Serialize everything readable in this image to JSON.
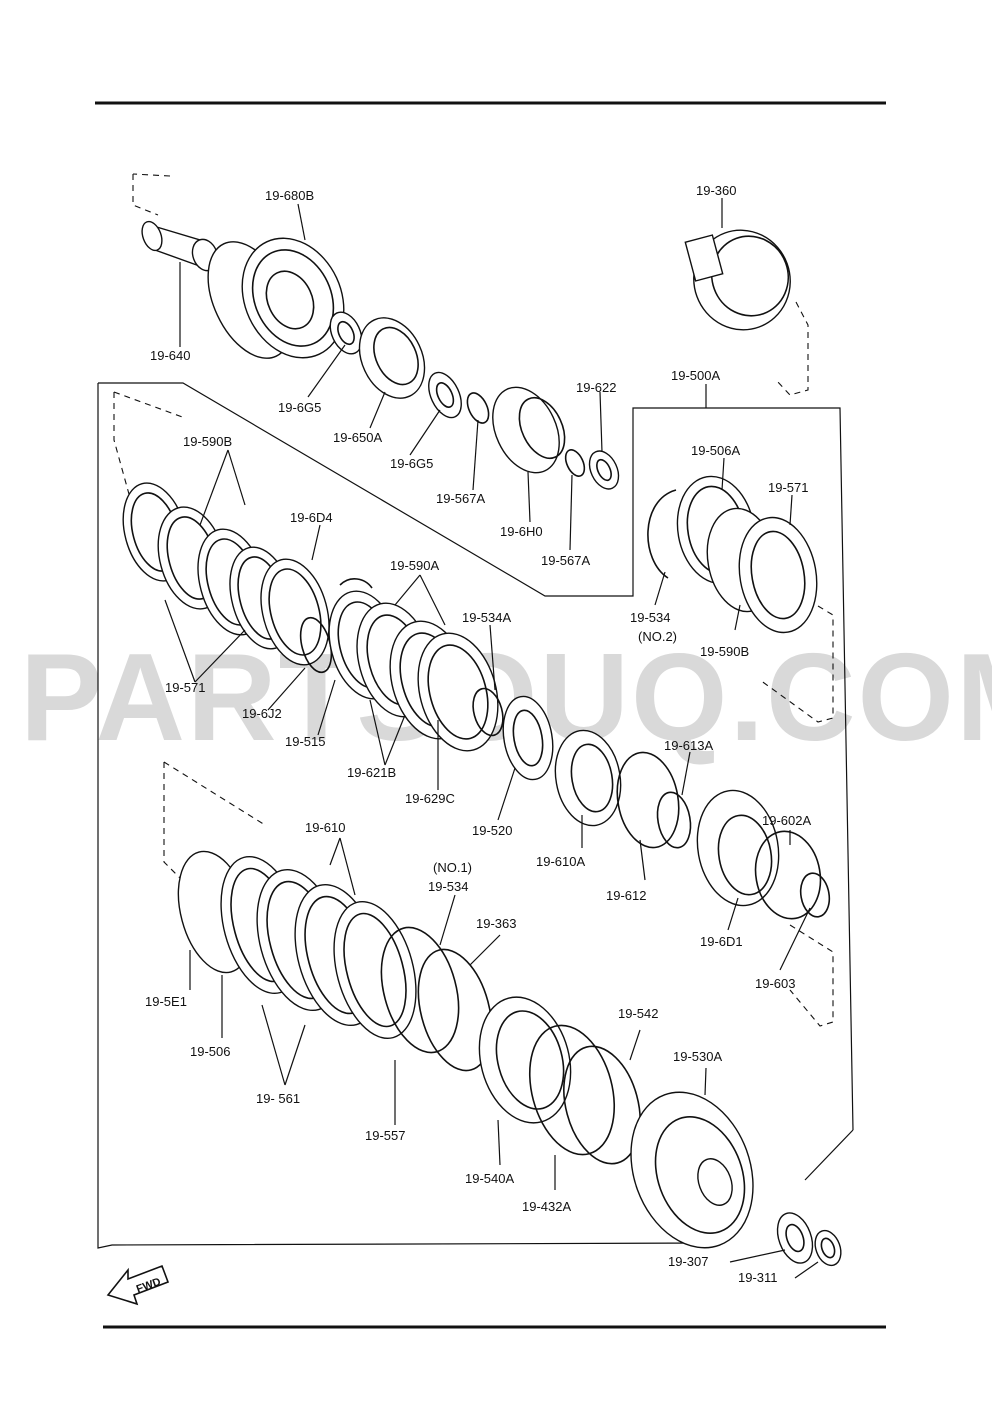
{
  "watermark": "PARTSOUQ.COM",
  "fwd_label": "FWD",
  "labels": {
    "l_680B": "19-680B",
    "l_360": "19-360",
    "l_640": "19-640",
    "l_6G5_a": "19-6G5",
    "l_650A": "19-650A",
    "l_6G5_b": "19-6G5",
    "l_622": "19-622",
    "l_500A": "19-500A",
    "l_567A_a": "19-567A",
    "l_6H0": "19-6H0",
    "l_567A_b": "19-567A",
    "l_590B_a": "19-590B",
    "l_6D4": "19-6D4",
    "l_506A": "19-506A",
    "l_571_a": "19-571",
    "l_590A": "19-590A",
    "l_534A": "19-534A",
    "l_534_no2": "19-534",
    "l_no2": "(NO.2)",
    "l_590B_b": "19-590B",
    "l_571_b": "19-571",
    "l_6J2": "19-6J2",
    "l_515": "19-515",
    "l_621B": "19-621B",
    "l_629C": "19-629C",
    "l_520": "19-520",
    "l_613A": "19-613A",
    "l_602A": "19-602A",
    "l_610": "19-610",
    "l_610A": "19-610A",
    "l_612": "19-612",
    "l_6D1": "19-6D1",
    "l_no1": "(NO.1)",
    "l_534_no1": "19-534",
    "l_363": "19-363",
    "l_603": "19-603",
    "l_5E1": "19-5E1",
    "l_506": "19-506",
    "l_542": "19-542",
    "l_530A": "19-530A",
    "l_561": "19- 561",
    "l_557": "19-557",
    "l_540A": "19-540A",
    "l_432A": "19-432A",
    "l_307": "19-307",
    "l_311": "19-311"
  }
}
